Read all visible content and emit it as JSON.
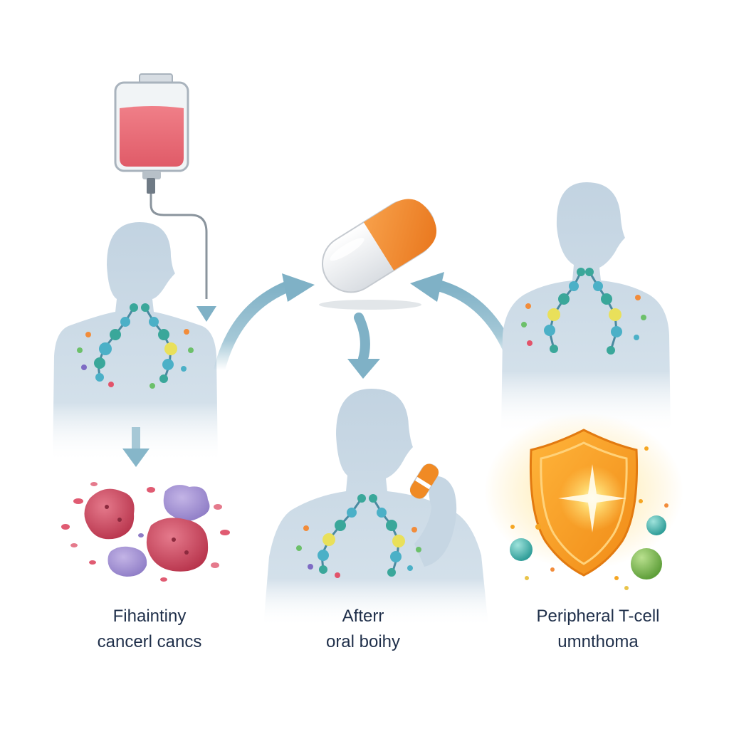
{
  "captions": {
    "left": {
      "line1": "Fihaintiny",
      "line2": "cancerl cancs"
    },
    "middle": {
      "line1": "Afterr",
      "line2": "oral boihy"
    },
    "right": {
      "line1": "Peripheral T-cell",
      "line2": "umnthoma"
    }
  },
  "icons": {
    "iv_bag": "iv-bag-icon",
    "capsule": "capsule-icon",
    "shield": "shield-icon",
    "cancer_cells": "cancer-cells-icon"
  },
  "colors": {
    "body": "#c9d8e4",
    "arrow": "#7fb1c6",
    "iv_liquid": "#e8707a",
    "capsule_orange": "#f08a24",
    "shield": "#f5a623",
    "text": "#1f2f4a"
  }
}
